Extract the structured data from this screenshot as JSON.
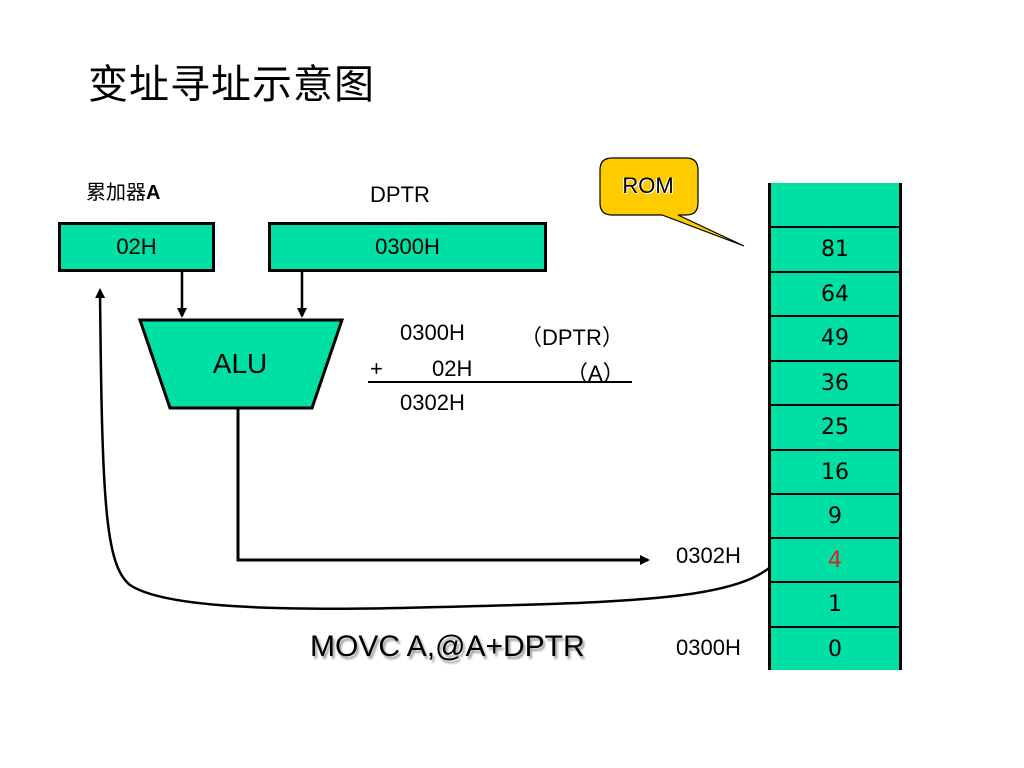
{
  "title": "变址寻址示意图",
  "accumulator": {
    "label_cn": "累加器",
    "label_letter": "A",
    "value": "02H"
  },
  "dptr": {
    "label": "DPTR",
    "value": "0300H"
  },
  "alu": {
    "label": "ALU"
  },
  "calculation": {
    "operand1": "0300H",
    "operand1_note": "（DPTR）",
    "operator": "+",
    "operand2": "02H",
    "operand2_note": "（A）",
    "result": "0302H"
  },
  "rom": {
    "callout_label": "ROM",
    "cells": [
      "",
      "81",
      "64",
      "49",
      "36",
      "25",
      "16",
      "9",
      "4",
      "1",
      "0"
    ],
    "highlighted_value": "4",
    "address_labels": {
      "target": "0302H",
      "base": "0300H"
    }
  },
  "instruction": "MOVC A,@A+DPTR",
  "colors": {
    "register_fill": "#00dfa4",
    "callout_fill": "#ffcc00",
    "highlight_text": "#e02020"
  }
}
